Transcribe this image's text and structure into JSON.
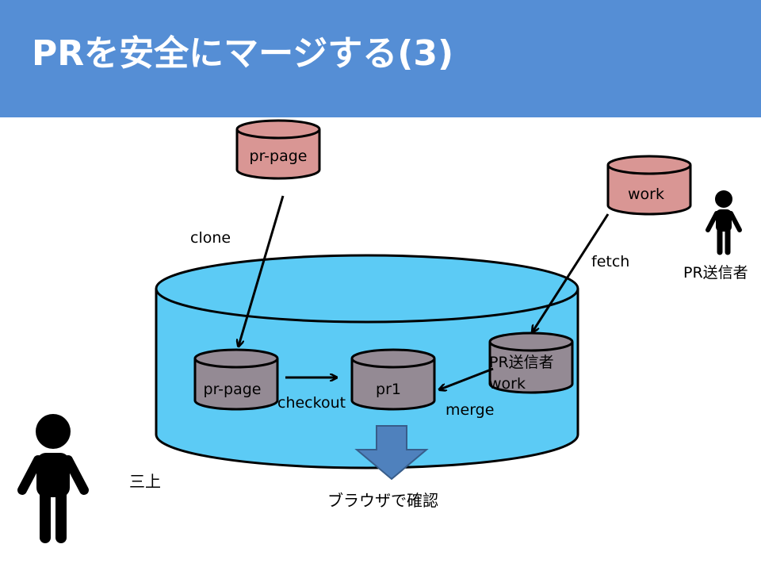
{
  "slide": {
    "title": "PRを安全にマージする(3)"
  },
  "diagram": {
    "remote_repos": {
      "pr_page": "pr-page",
      "work": "work"
    },
    "local_repo": {
      "pr_page": "pr-page",
      "pr1": "pr1",
      "sender_work_line1": "PR送信者",
      "sender_work_line2": "work"
    },
    "edge_labels": {
      "clone": "clone",
      "fetch": "fetch",
      "checkout": "checkout",
      "merge": "merge"
    },
    "actors": {
      "pr_sender": "PR送信者",
      "local_user": "三上"
    },
    "browser_check": "ブラウザで確認"
  },
  "colors": {
    "header": "#558ed5",
    "local_container": "#5ccbf5",
    "remote_repo": "#d99694",
    "local_repo": "#948a94",
    "arrow_down": "#4f81bd"
  }
}
